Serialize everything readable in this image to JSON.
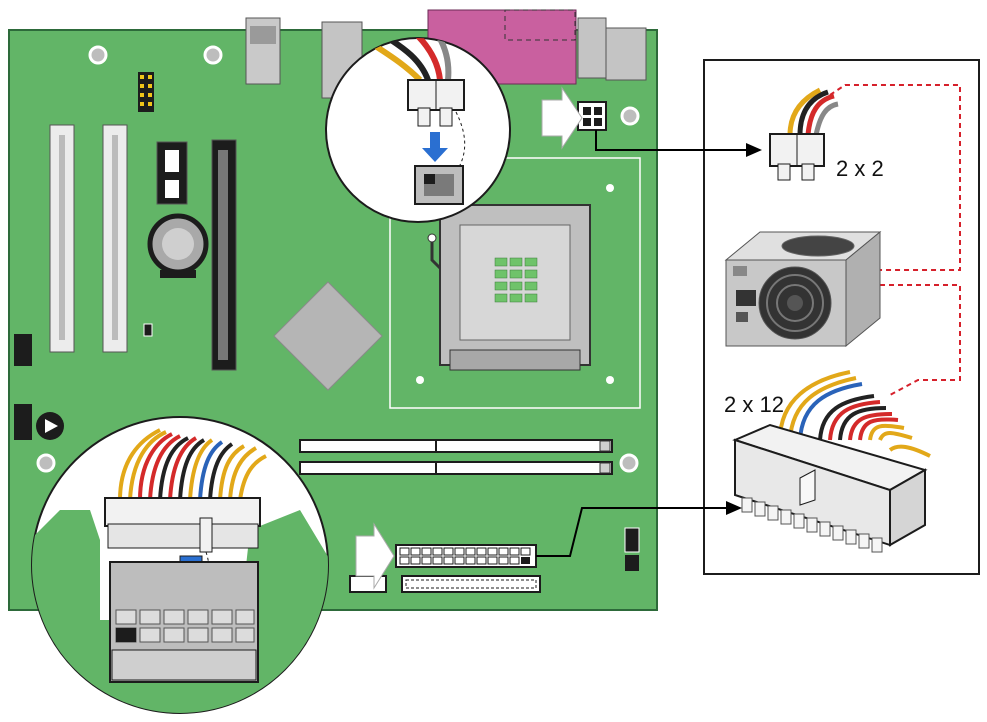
{
  "labels": {
    "aux_connector": "2 x 2",
    "main_connector": "2 x 12"
  },
  "colors": {
    "board": "#62b567",
    "board_edge": "#2d6a3a",
    "silk": "#ffffff",
    "slot": "#e9e9e9",
    "socket": "#bfbfbf",
    "chipset": "#b5b5b5",
    "io_pink": "#c9609f",
    "connector_white": "#f2f2f2",
    "wire_yellow": "#e2a819",
    "wire_red": "#d42a2a",
    "wire_black": "#222222",
    "wire_blue": "#2a63b9",
    "psu_gray": "#c8c8c8",
    "dashed_line": "#d6202b",
    "arrow_blue": "#2a6fd1",
    "leader_line": "#000000"
  },
  "icons": {
    "psu": "power-supply-unit-icon",
    "arrow": "insertion-arrow-icon",
    "aux": "atx12v-2x2-connector",
    "main": "atx-2x12-power-connector"
  }
}
